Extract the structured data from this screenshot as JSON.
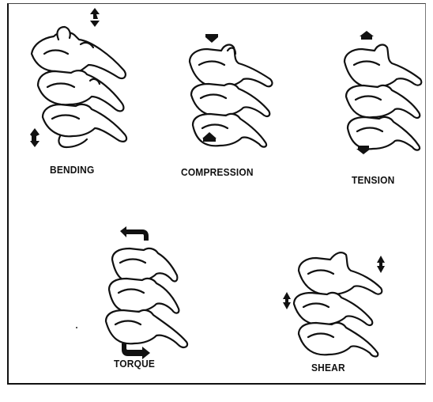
{
  "figure": {
    "panels": [
      {
        "id": "bending",
        "label": "BENDING",
        "icon": "vertebrae-icon",
        "arrows": "diagonal-opposing-icon"
      },
      {
        "id": "compression",
        "label": "COMPRESSION",
        "icon": "vertebrae-icon",
        "arrows": "inward-arrows-icon"
      },
      {
        "id": "tension",
        "label": "TENSION",
        "icon": "vertebrae-icon",
        "arrows": "outward-arrows-icon"
      },
      {
        "id": "torque",
        "label": "TORQUE",
        "icon": "vertebrae-icon",
        "arrows": "rotation-arrows-icon"
      },
      {
        "id": "shear",
        "label": "SHEAR",
        "icon": "vertebrae-icon",
        "arrows": "lateral-arrows-icon"
      }
    ],
    "line_color": "#111111",
    "background": "#ffffff"
  }
}
